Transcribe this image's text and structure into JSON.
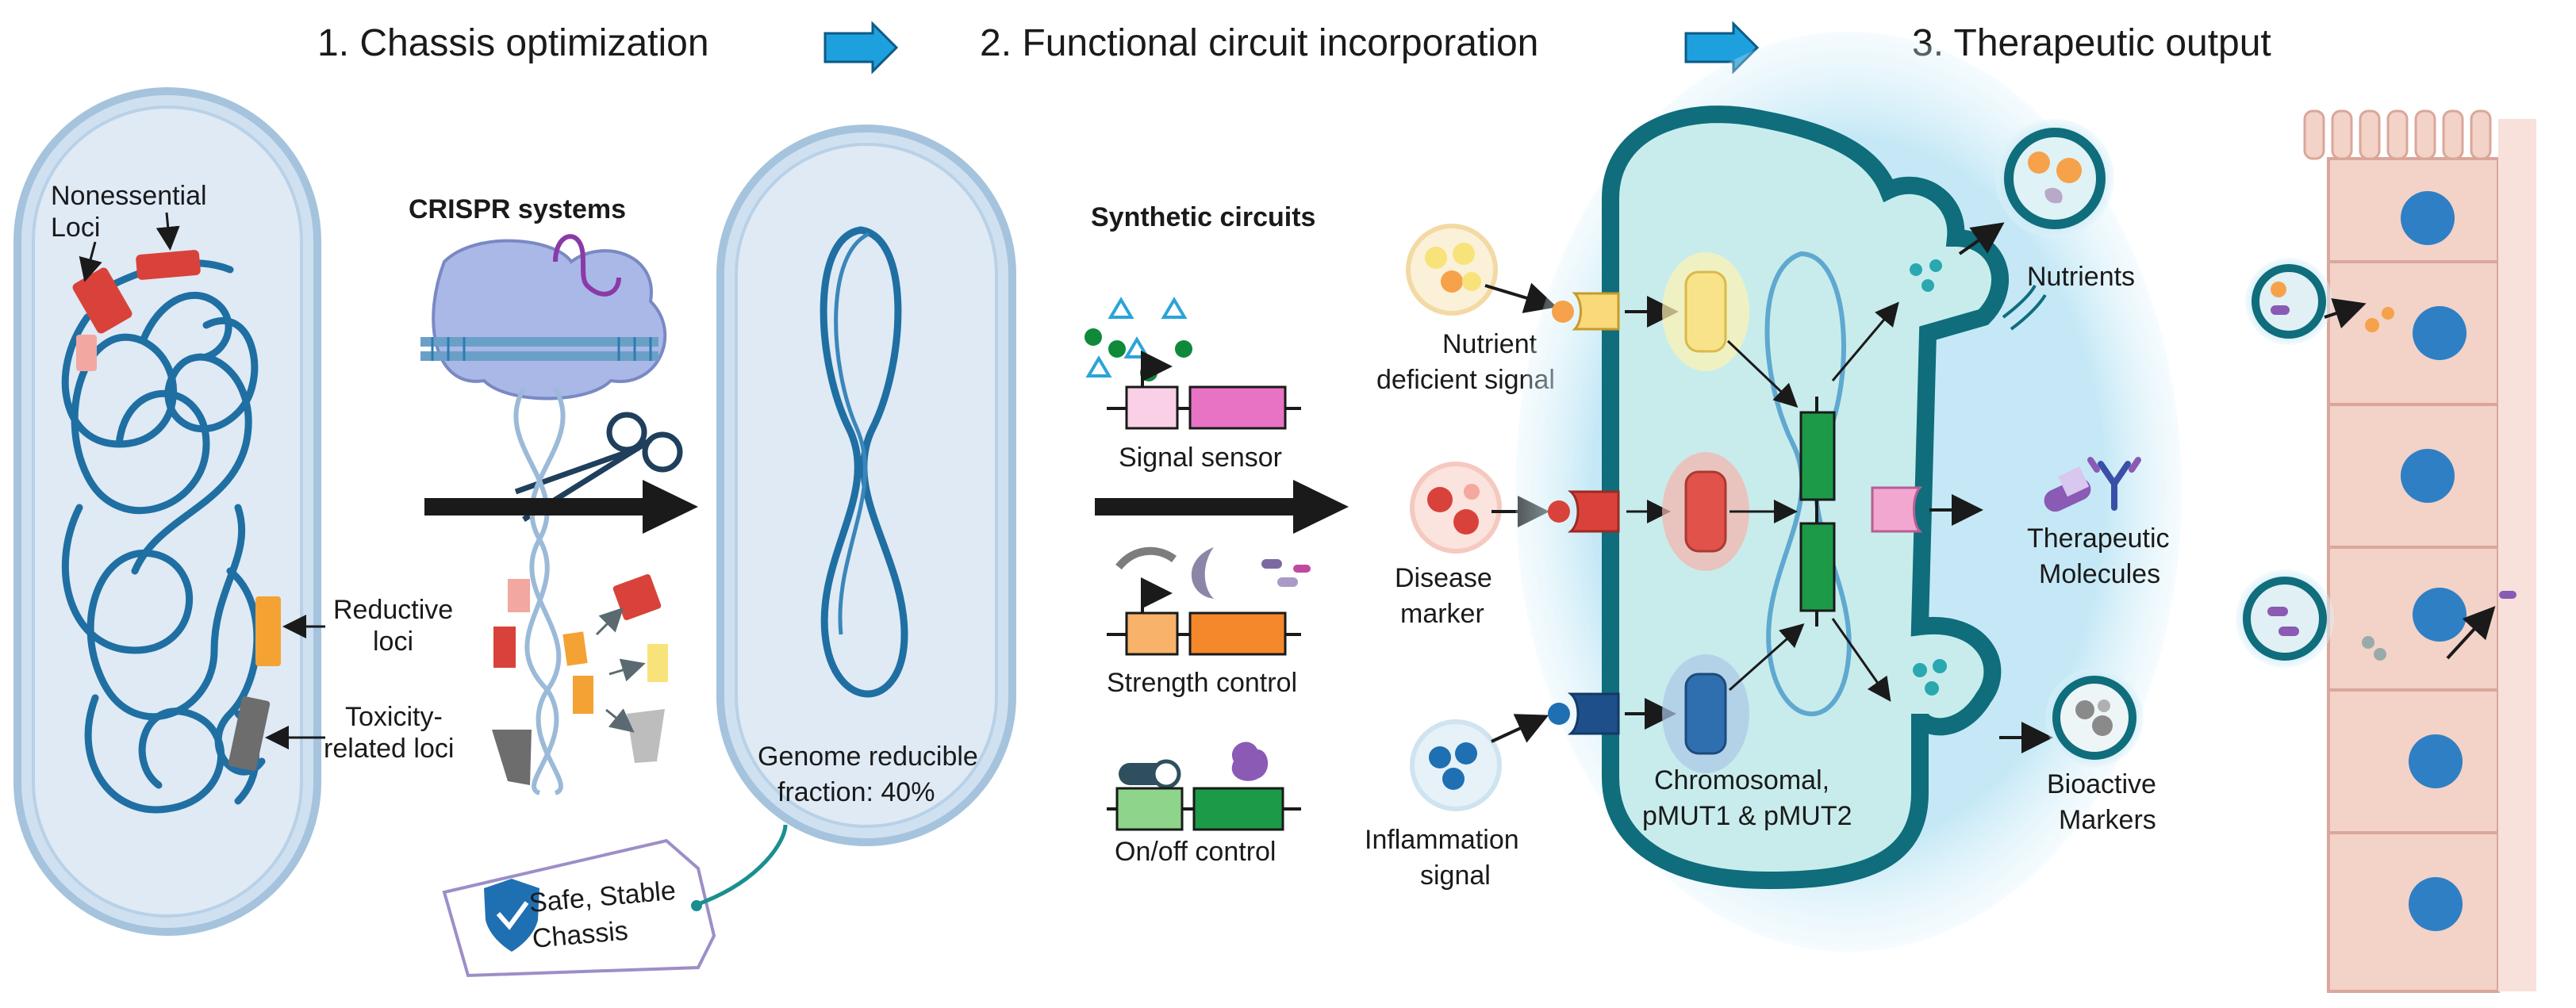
{
  "headers": {
    "step1": "1. Chassis optimization",
    "step2": "2. Functional circuit incorporation",
    "step3": "3. Therapeutic output"
  },
  "chassis": {
    "nonessential_line1": "Nonessential",
    "nonessential_line2": "Loci",
    "reductive_line1": "Reductive",
    "reductive_line2": "loci",
    "toxicity_line1": "Toxicity-",
    "toxicity_line2": "related loci",
    "crispr": "CRISPR systems",
    "genome_line1": "Genome reducible",
    "genome_line2": "fraction: 40%",
    "tag_line1": "Safe, Stable",
    "tag_line2": "Chassis"
  },
  "circuits": {
    "title": "Synthetic circuits",
    "sensor": "Signal sensor",
    "strength": "Strength control",
    "onoff": "On/off control"
  },
  "signals": {
    "nutrient_line1": "Nutrient",
    "nutrient_line2": "deficient signal",
    "disease_line1": "Disease",
    "disease_line2": "marker",
    "inflam_line1": "Inflammation",
    "inflam_line2": "signal",
    "chromo_line1": "Chromosomal,",
    "chromo_line2": "pMUT1 & pMUT2"
  },
  "outputs": {
    "nutrients": "Nutrients",
    "therapeutic_line1": "Therapeutic",
    "therapeutic_line2": "Molecules",
    "bioactive_line1": "Bioactive",
    "bioactive_line2": "Markers"
  },
  "colors": {
    "cell_fill": "#d7e6f3",
    "cell_stroke": "#9dbcd8",
    "dna": "#1f6fa3",
    "arrow_blue": "#1ea0de",
    "teal": "#0f6d7c",
    "teal_fill": "#c8ecec",
    "tissue": "#f3d2c8"
  },
  "icons": [
    "arrow-right-icon",
    "scissors-icon",
    "cas9-protein-icon",
    "shield-check-icon",
    "antibody-icon",
    "capsule-icon"
  ]
}
